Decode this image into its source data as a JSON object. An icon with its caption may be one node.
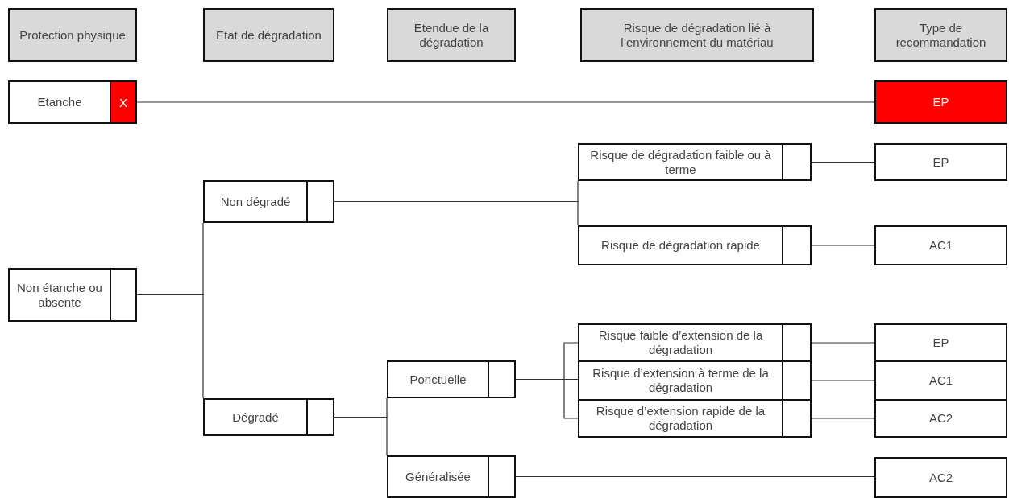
{
  "diagram": {
    "nodes": [
      {
        "text": [
          "Protection physique"
        ]
      },
      {
        "text": [
          "Etat de dégradation"
        ]
      },
      {
        "text": [
          "Etendue de la dégradation"
        ]
      },
      {
        "text": [
          "Risque de dégradation lié à l’environnement du matériau"
        ]
      },
      {
        "text": [
          "Type de recommandation"
        ]
      },
      {
        "text": [
          "Etanche",
          "X"
        ]
      },
      {
        "text": [
          "EP"
        ]
      },
      {
        "text": [
          "Non étanche ou absente"
        ]
      },
      {
        "text": [
          "Non dégradé"
        ]
      },
      {
        "text": [
          "Dégradé"
        ]
      },
      {
        "text": [
          "Ponctuelle"
        ]
      },
      {
        "text": [
          "Généralisée"
        ]
      },
      {
        "text": [
          "Risque de dégradation faible ou à terme"
        ]
      },
      {
        "text": [
          "Risque de dégradation rapide"
        ]
      },
      {
        "text": [
          "Risque faible d’extension de la dégradation"
        ]
      },
      {
        "text": [
          "Risque d’extension à terme de la dégradation"
        ]
      },
      {
        "text": [
          "Risque d’extension rapide de la dégradation"
        ]
      },
      {
        "text": [
          "EP"
        ]
      },
      {
        "text": [
          "AC1"
        ]
      },
      {
        "text": [
          "EP"
        ]
      },
      {
        "text": [
          "AC1"
        ]
      },
      {
        "text": [
          "AC2"
        ]
      },
      {
        "text": [
          "AC2"
        ]
      }
    ],
    "edges": [
      {
        "from": 5,
        "to": 6,
        "arrow": "none"
      },
      {
        "from": 7,
        "to": 8,
        "arrow": "none"
      },
      {
        "from": 7,
        "to": 9,
        "arrow": "none"
      },
      {
        "from": 8,
        "to": 12,
        "arrow": "none"
      },
      {
        "from": 8,
        "to": 13,
        "arrow": "none"
      },
      {
        "from": 12,
        "to": 17,
        "arrow": "none"
      },
      {
        "from": 13,
        "to": 18,
        "arrow": "none"
      },
      {
        "from": 9,
        "to": 10,
        "arrow": "none"
      },
      {
        "from": 9,
        "to": 11,
        "arrow": "none"
      },
      {
        "from": 10,
        "to": 14,
        "arrow": "none"
      },
      {
        "from": 10,
        "to": 15,
        "arrow": "none"
      },
      {
        "from": 10,
        "to": 16,
        "arrow": "none"
      },
      {
        "from": 14,
        "to": 19,
        "arrow": "none"
      },
      {
        "from": 15,
        "to": 20,
        "arrow": "none"
      },
      {
        "from": 16,
        "to": 21,
        "arrow": "none"
      },
      {
        "from": 11,
        "to": 22,
        "arrow": "none"
      }
    ]
  }
}
